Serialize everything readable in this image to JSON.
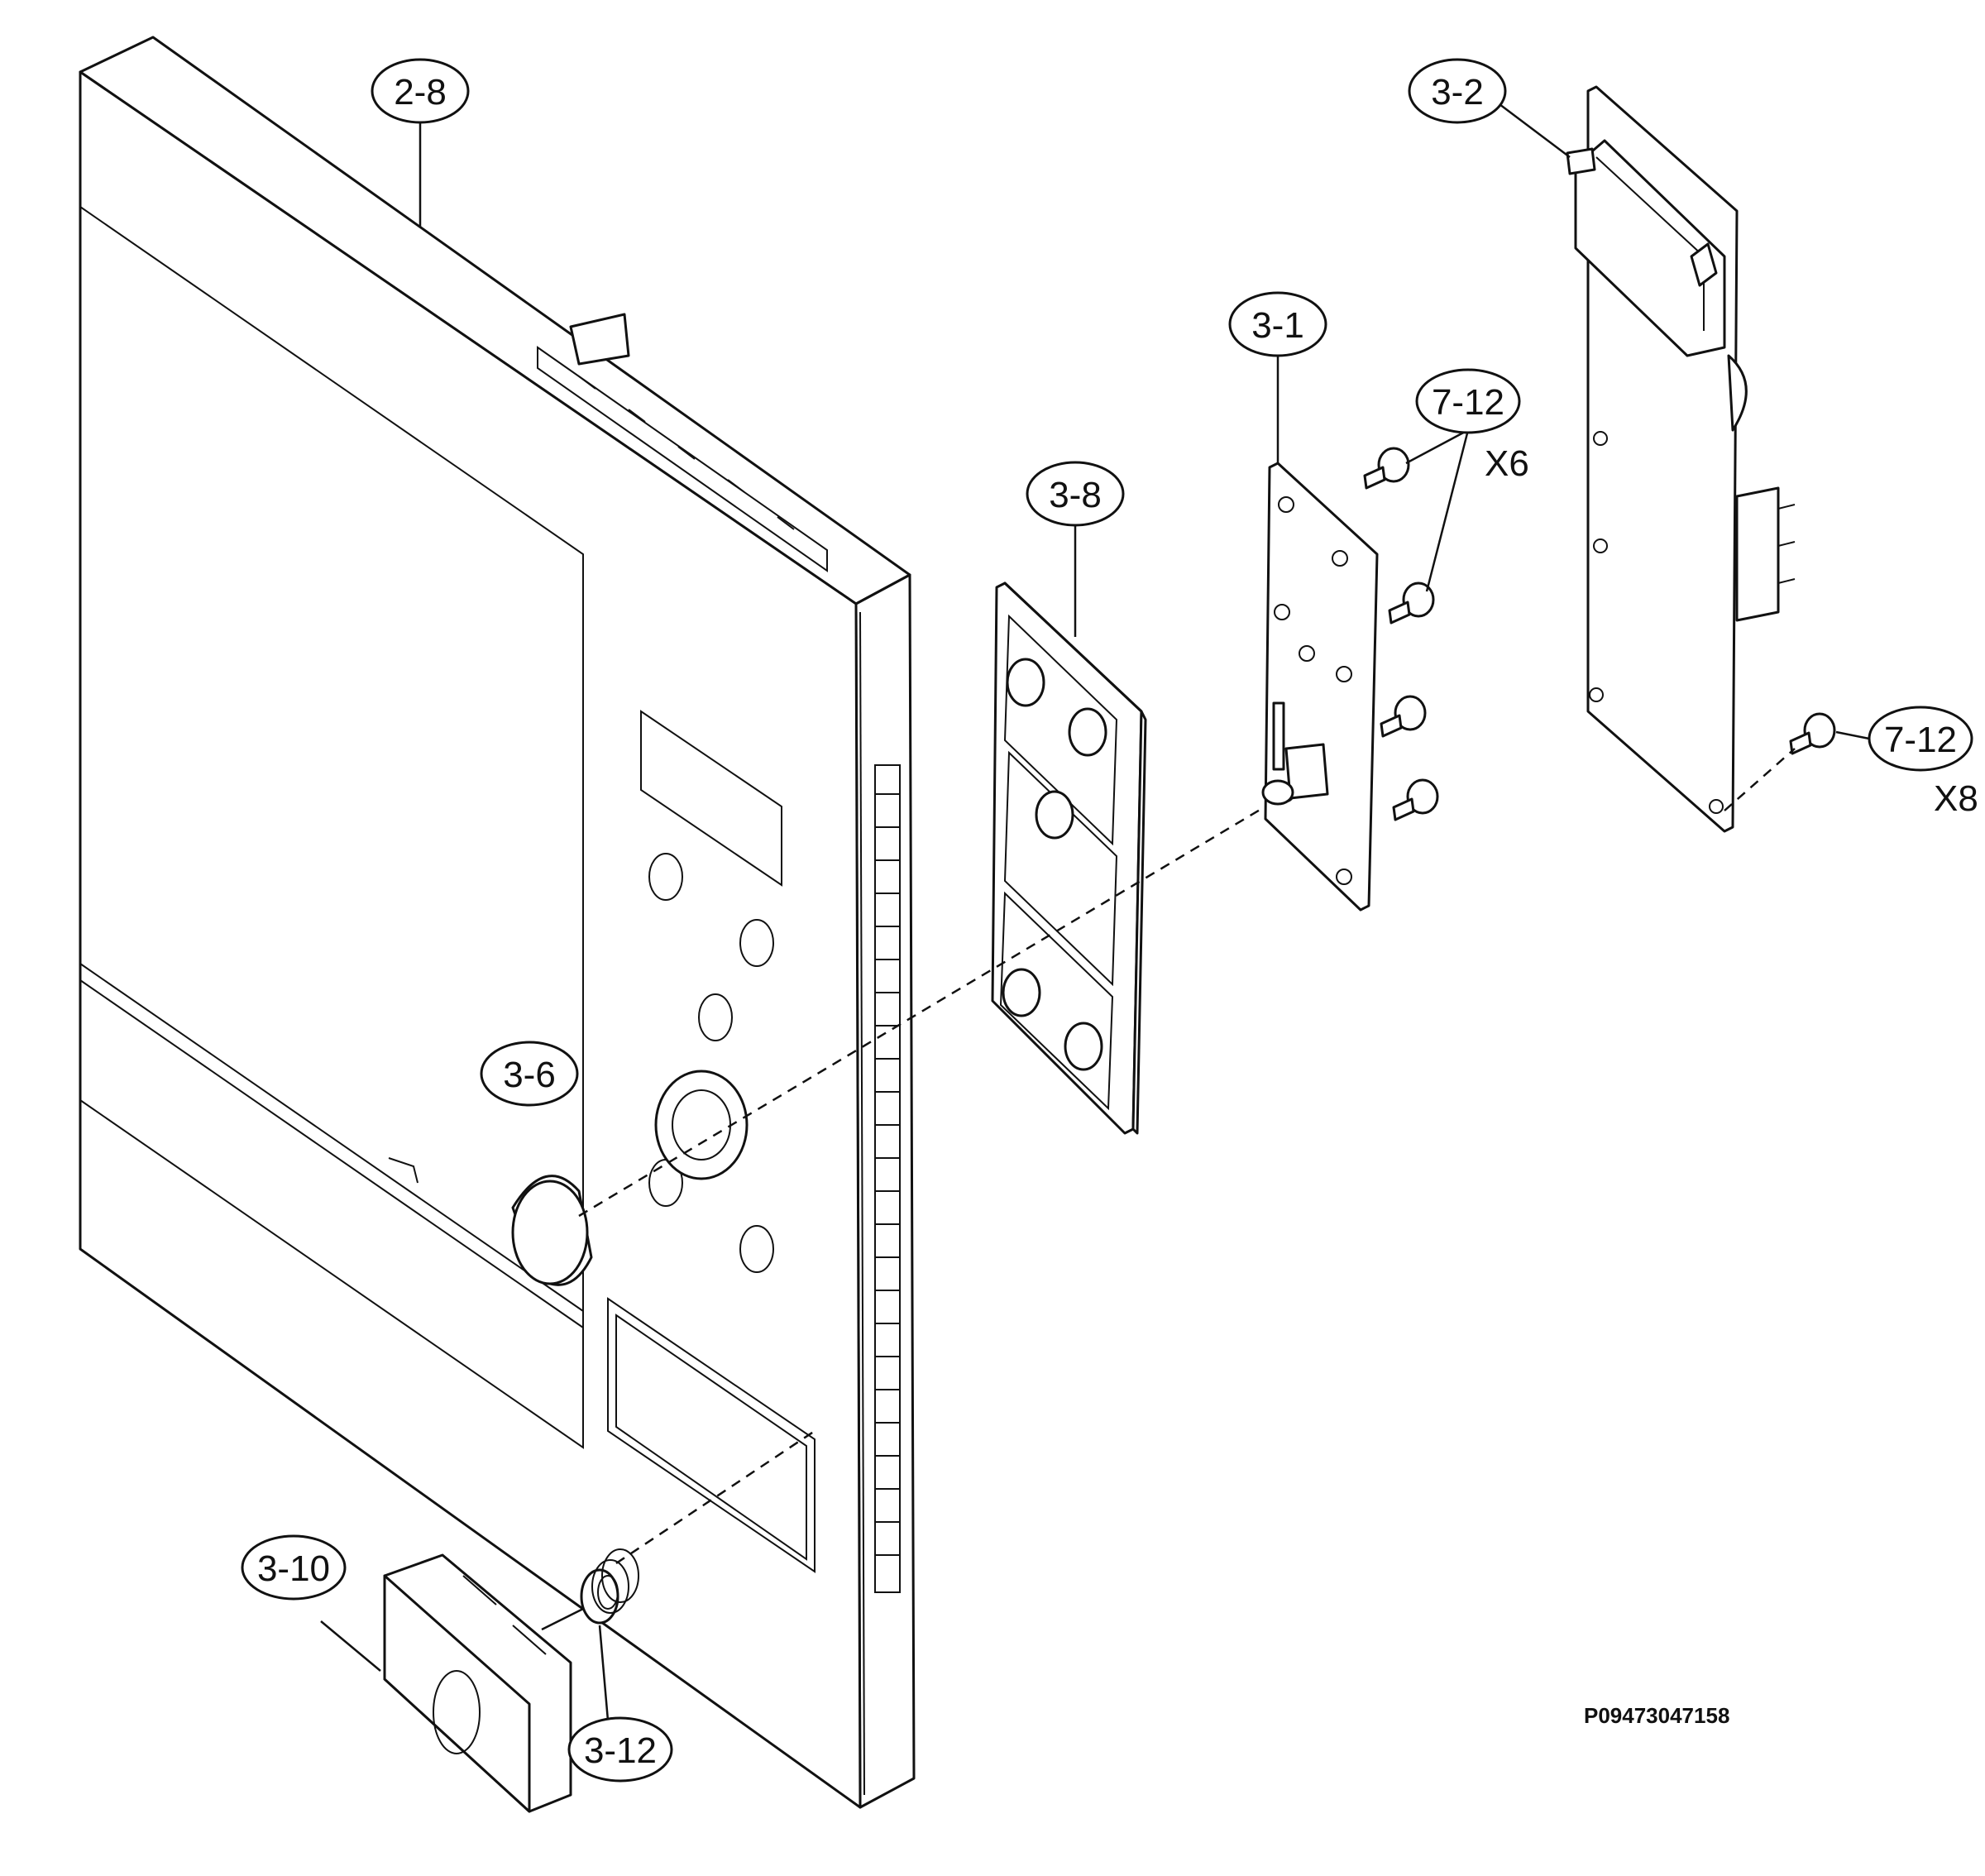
{
  "callouts": {
    "part_2_8": "2-8",
    "part_3_2": "3-2",
    "part_3_1": "3-1",
    "part_7_12_a": "7-12",
    "part_3_8": "3-8",
    "part_7_12_b": "7-12",
    "part_3_6": "3-6",
    "part_3_10": "3-10",
    "part_3_12": "3-12"
  },
  "quantities": {
    "qty_7_12_a": "X6",
    "qty_7_12_b": "X8"
  },
  "drawing_code": "P09473047158",
  "colors": {
    "line": "#111111",
    "background": "#ffffff"
  }
}
